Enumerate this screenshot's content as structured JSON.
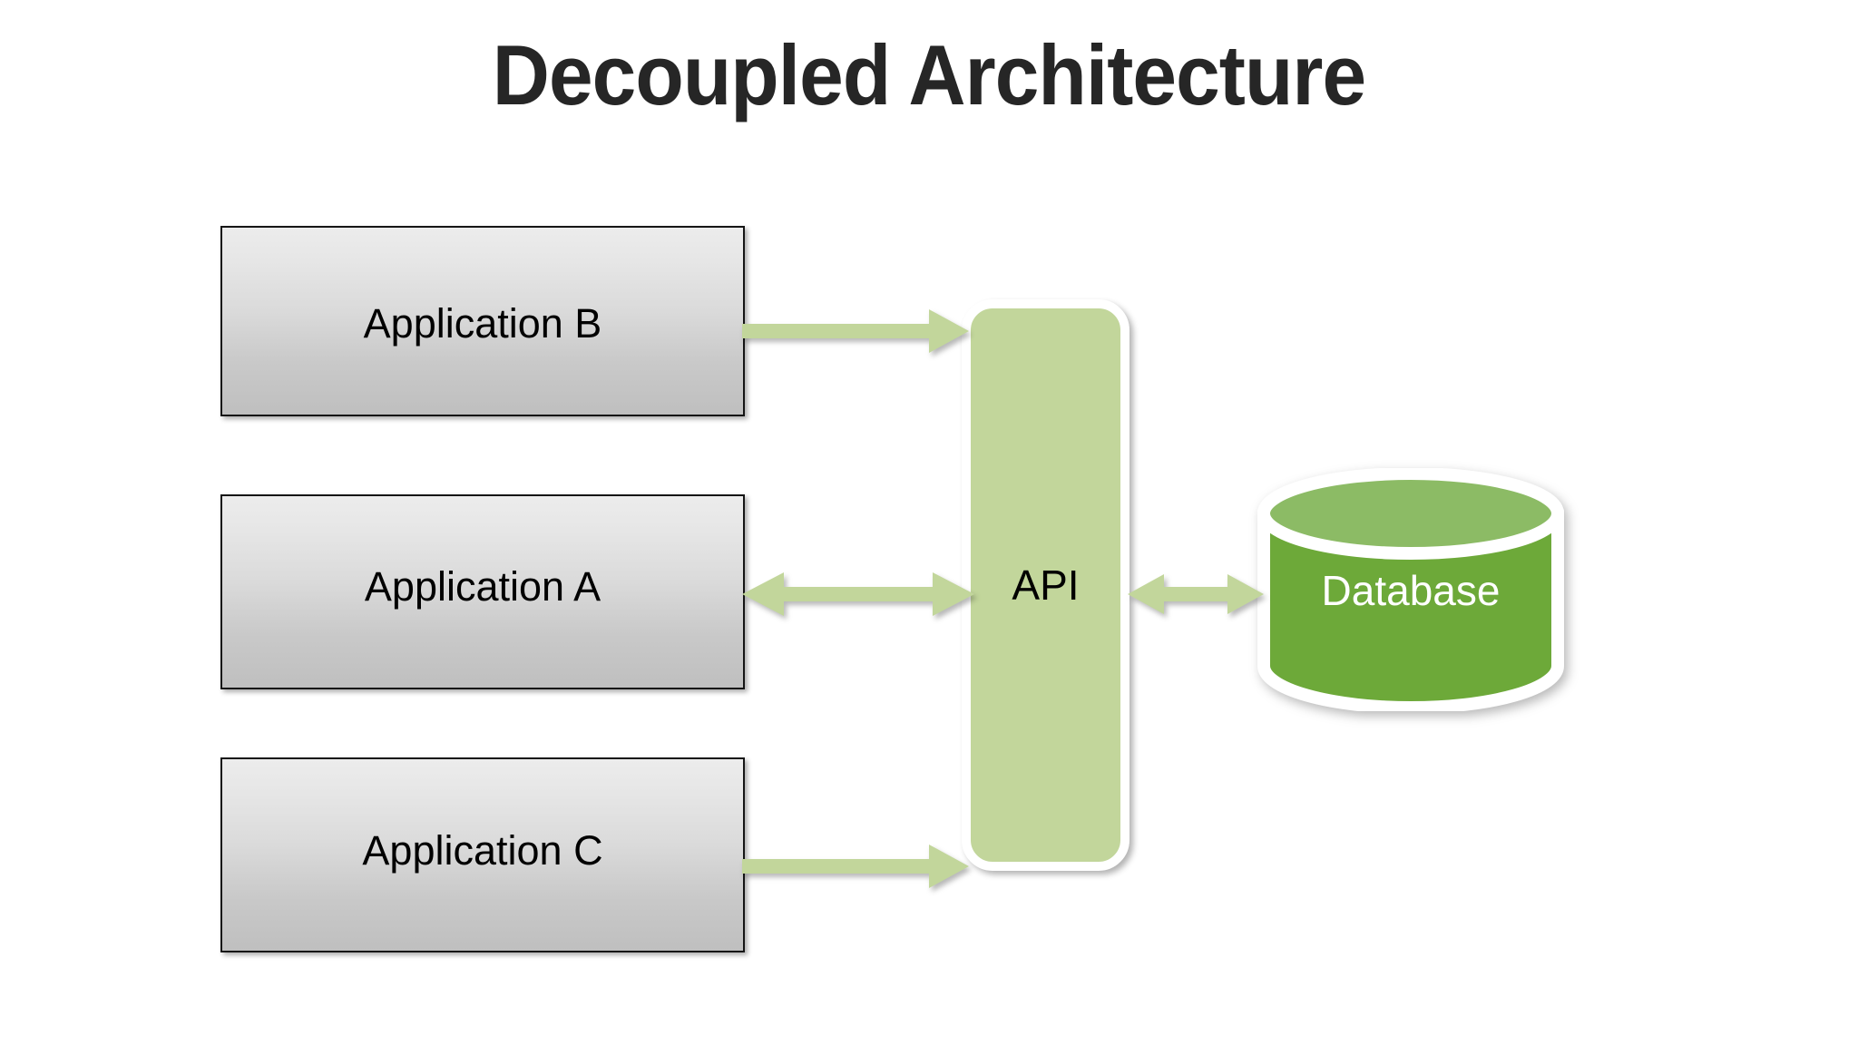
{
  "slide": {
    "title": "Decoupled Architecture",
    "background_color": "#ffffff",
    "title_color": "#262626"
  },
  "nodes": {
    "application_b": {
      "label": "Application B",
      "shape": "rectangle",
      "fill_top": "#ececec",
      "fill_bottom": "#bfbfbf",
      "border_color": "#151515",
      "text_color": "#000000"
    },
    "application_a": {
      "label": "Application A",
      "shape": "rectangle",
      "fill_top": "#ececec",
      "fill_bottom": "#bfbfbf",
      "border_color": "#151515",
      "text_color": "#000000"
    },
    "application_c": {
      "label": "Application C",
      "shape": "rectangle",
      "fill_top": "#ececec",
      "fill_bottom": "#bfbfbf",
      "border_color": "#151515",
      "text_color": "#000000"
    },
    "api": {
      "label": "API",
      "shape": "rounded-rectangle",
      "fill": "#c2d69b",
      "border_color": "#ffffff",
      "text_color": "#000000"
    },
    "database": {
      "label": "Database",
      "shape": "cylinder",
      "body_fill": "#6da939",
      "top_fill": "#8cbb65",
      "border_color": "#ffffff",
      "text_color": "#ffffff"
    }
  },
  "connectors": [
    {
      "id": "application-b-to-api",
      "from": "Application B",
      "to": "API",
      "direction": "one-way",
      "color": "#c2d69b"
    },
    {
      "id": "application-a-to-api",
      "from": "Application A",
      "to": "API",
      "direction": "two-way",
      "color": "#c2d69b"
    },
    {
      "id": "application-c-to-api",
      "from": "Application C",
      "to": "API",
      "direction": "one-way",
      "color": "#c2d69b"
    },
    {
      "id": "api-to-database",
      "from": "API",
      "to": "Database",
      "direction": "two-way",
      "color": "#c2d69b"
    }
  ]
}
